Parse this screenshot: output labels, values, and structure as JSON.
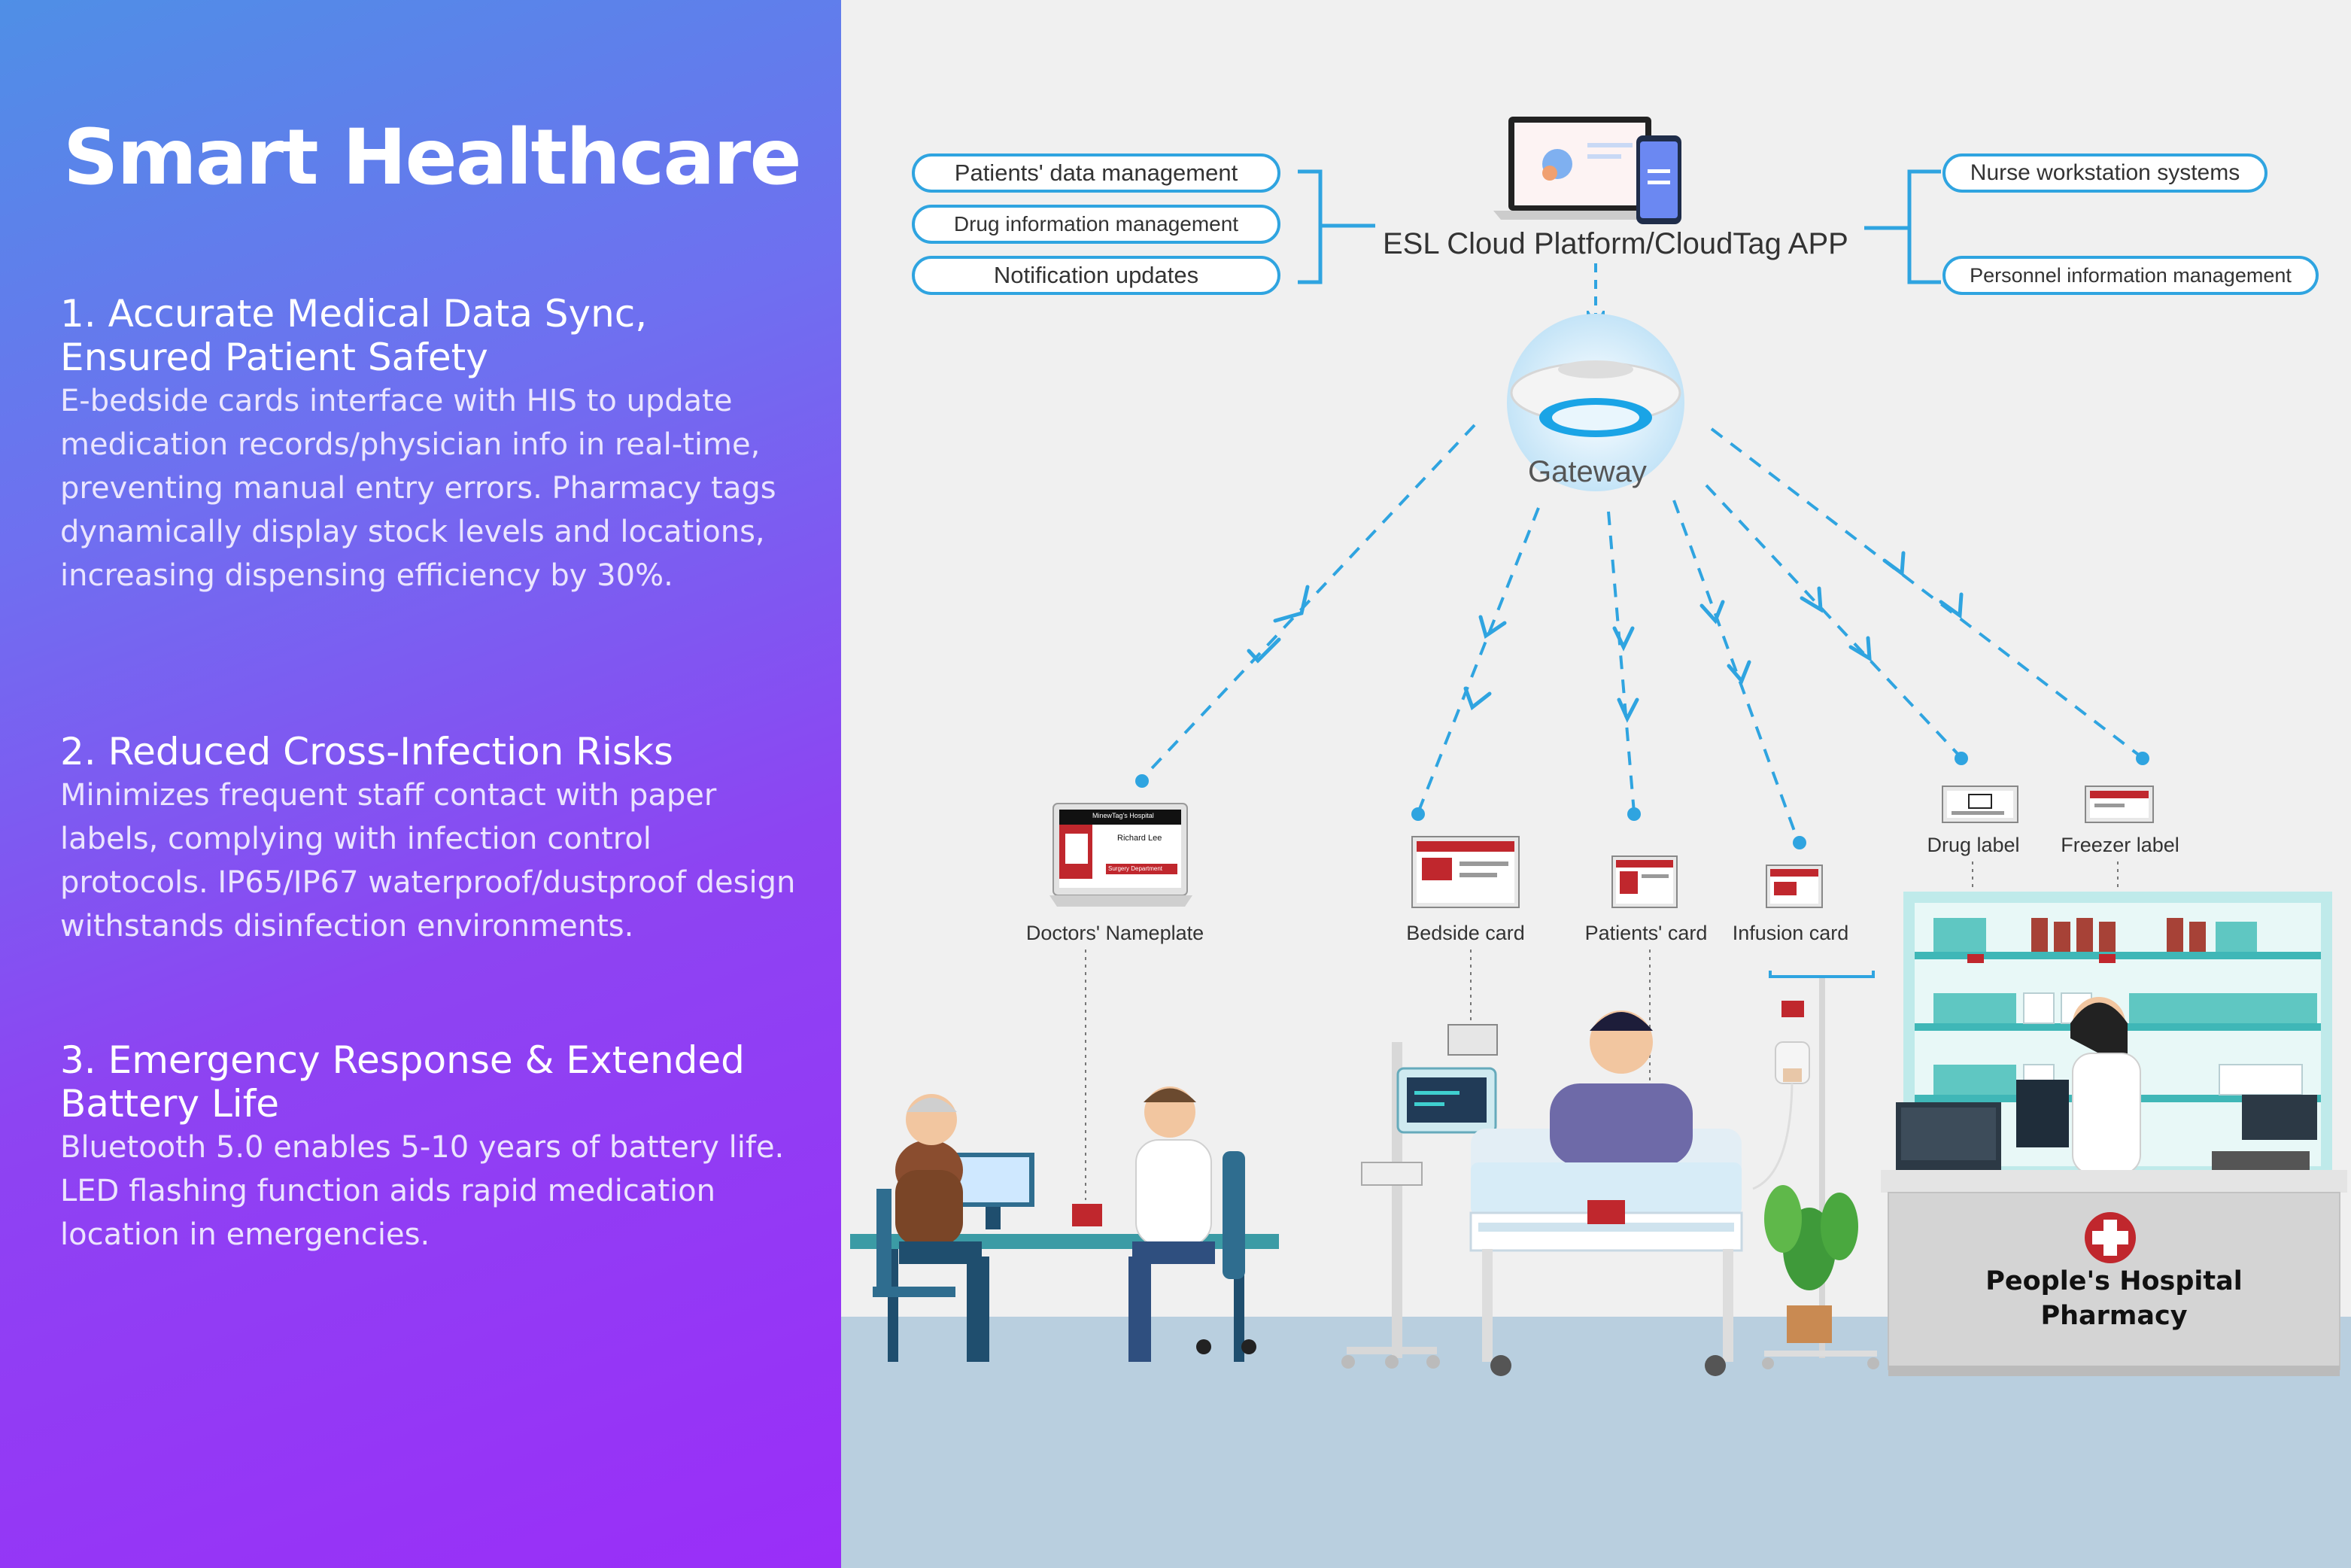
{
  "left_panel": {
    "title": "Smart Healthcare",
    "sections": [
      {
        "heading": "1. Accurate Medical Data Sync, Ensured Patient Safety",
        "body": "E-bedside cards interface with HIS to update medication records/physician info in real-time, preventing manual entry errors. Pharmacy tags dynamically display stock levels and locations, increasing dispensing efficiency by 30%."
      },
      {
        "heading": "2. Reduced Cross-Infection Risks",
        "body": "Minimizes frequent staff contact with paper labels, complying with infection control protocols. IP65/IP67 waterproof/dustproof design withstands disinfection environments."
      },
      {
        "heading": "3. Emergency Response & Extended Battery Life",
        "body": "Bluetooth 5.0 enables 5-10 years of battery life. LED flashing function aids rapid medication location in emergencies."
      }
    ]
  },
  "diagram": {
    "left_pills": [
      "Patients' data management",
      "Drug information management",
      "Notification updates"
    ],
    "right_pills": [
      "Nurse workstation systems",
      "Personnel information management"
    ],
    "platform_label": "ESL Cloud Platform/CloudTag APP",
    "gateway_label": "Gateway",
    "devices": {
      "doctors_nameplate": "Doctors' Nameplate",
      "bedside_card": "Bedside card",
      "patients_card": "Patients' card",
      "infusion_card": "Infusion card",
      "drug_label": "Drug label",
      "freezer_label": "Freezer label"
    },
    "nameplate": {
      "hospital": "MinewTag's Hospital",
      "doctor": "Richard Lee",
      "department": "Surgery Department"
    },
    "pharmacy_sign": {
      "line1": "People's Hospital",
      "line2": "Pharmacy"
    },
    "colors": {
      "accent_blue": "#2fa4e0",
      "label_red": "#c0272d",
      "gradient_top": "#4f8fe6",
      "gradient_bottom": "#9a2ef8"
    }
  }
}
